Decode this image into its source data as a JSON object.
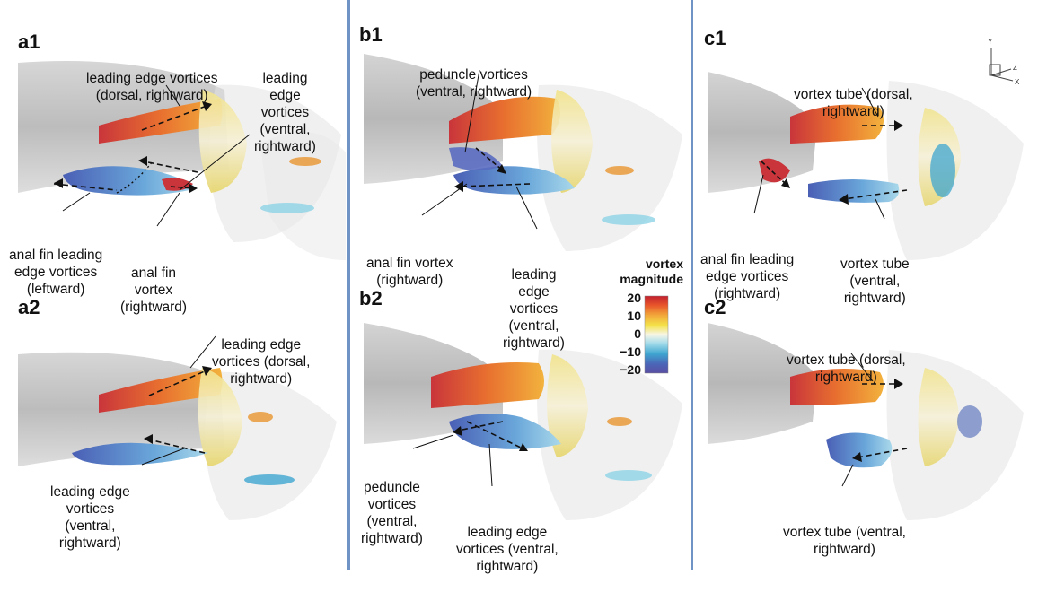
{
  "panels": {
    "a1": "a1",
    "a2": "a2",
    "b1": "b1",
    "b2": "b2",
    "c1": "c1",
    "c2": "c2"
  },
  "annotations": {
    "a1_dorsal": [
      "leading edge vortices",
      "(dorsal, rightward)"
    ],
    "a1_ventral": [
      "leading",
      "edge",
      "vortices",
      "(ventral,",
      "rightward)"
    ],
    "a1_anal_le": [
      "anal fin leading",
      "edge vortices",
      "(leftward)"
    ],
    "a1_anal_vortex": [
      "anal fin",
      "vortex",
      "(rightward)"
    ],
    "a2_dorsal": [
      "leading edge",
      "vortices (dorsal,",
      "rightward)"
    ],
    "a2_ventral": [
      "leading edge",
      "vortices",
      "(ventral,",
      "rightward)"
    ],
    "b1_peduncle": [
      "peduncle vortices",
      "(ventral, rightward)"
    ],
    "b1_anal_vortex": [
      "anal fin vortex",
      "(rightward)"
    ],
    "b1_le_ventral": [
      "leading",
      "edge",
      "vortices",
      "(ventral,",
      "rightward)"
    ],
    "b2_peduncle": [
      "peduncle",
      "vortices",
      "(ventral,",
      "rightward)"
    ],
    "b2_le_ventral": [
      "leading edge",
      "vortices (ventral,",
      "rightward)"
    ],
    "c1_tube_dorsal": [
      "vortex tube (dorsal,",
      "rightward)"
    ],
    "c1_anal_le": [
      "anal fin leading",
      "edge vortices",
      "(rightward)"
    ],
    "c1_tube_ventral": [
      "vortex tube",
      "(ventral,",
      "rightward)"
    ],
    "c2_tube_dorsal": [
      "vortex tube (dorsal,",
      "rightward)"
    ],
    "c2_tube_ventral": [
      "vortex tube (ventral,",
      "rightward)"
    ]
  },
  "colorbar": {
    "title": [
      "vortex",
      "magnitude"
    ],
    "ticks": [
      "20",
      "10",
      "0",
      "−10",
      "−20"
    ],
    "colors": [
      "#c21f2e",
      "#e8552a",
      "#f2a83a",
      "#f4e24a",
      "#f7f3c8",
      "#eaf6f8",
      "#8fd3e6",
      "#3fa6cf",
      "#4a66b8",
      "#5a4fa3"
    ]
  },
  "axes": {
    "y": "Y",
    "z": "Z",
    "x": "X"
  }
}
